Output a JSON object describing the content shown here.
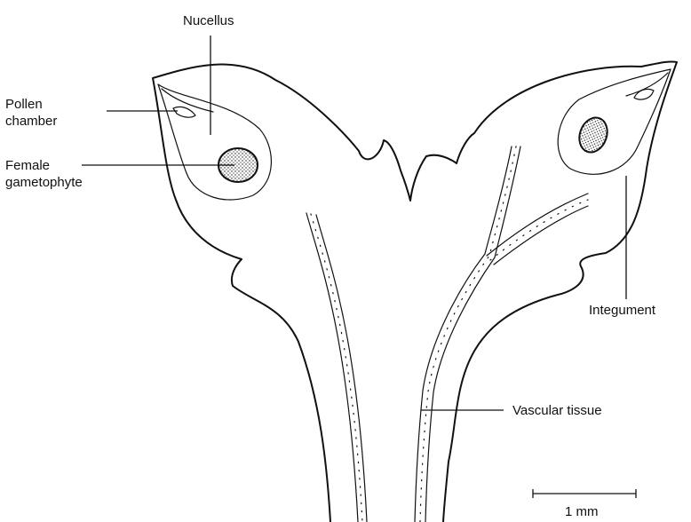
{
  "labels": {
    "nucellus": "Nucellus",
    "pollen_chamber_line1": "Pollen",
    "pollen_chamber_line2": "chamber",
    "female_gametophyte_line1": "Female",
    "female_gametophyte_line2": "gametophyte",
    "integument": "Integument",
    "vascular_tissue": "Vascular tissue"
  },
  "scale_bar": {
    "label": "1 mm"
  }
}
